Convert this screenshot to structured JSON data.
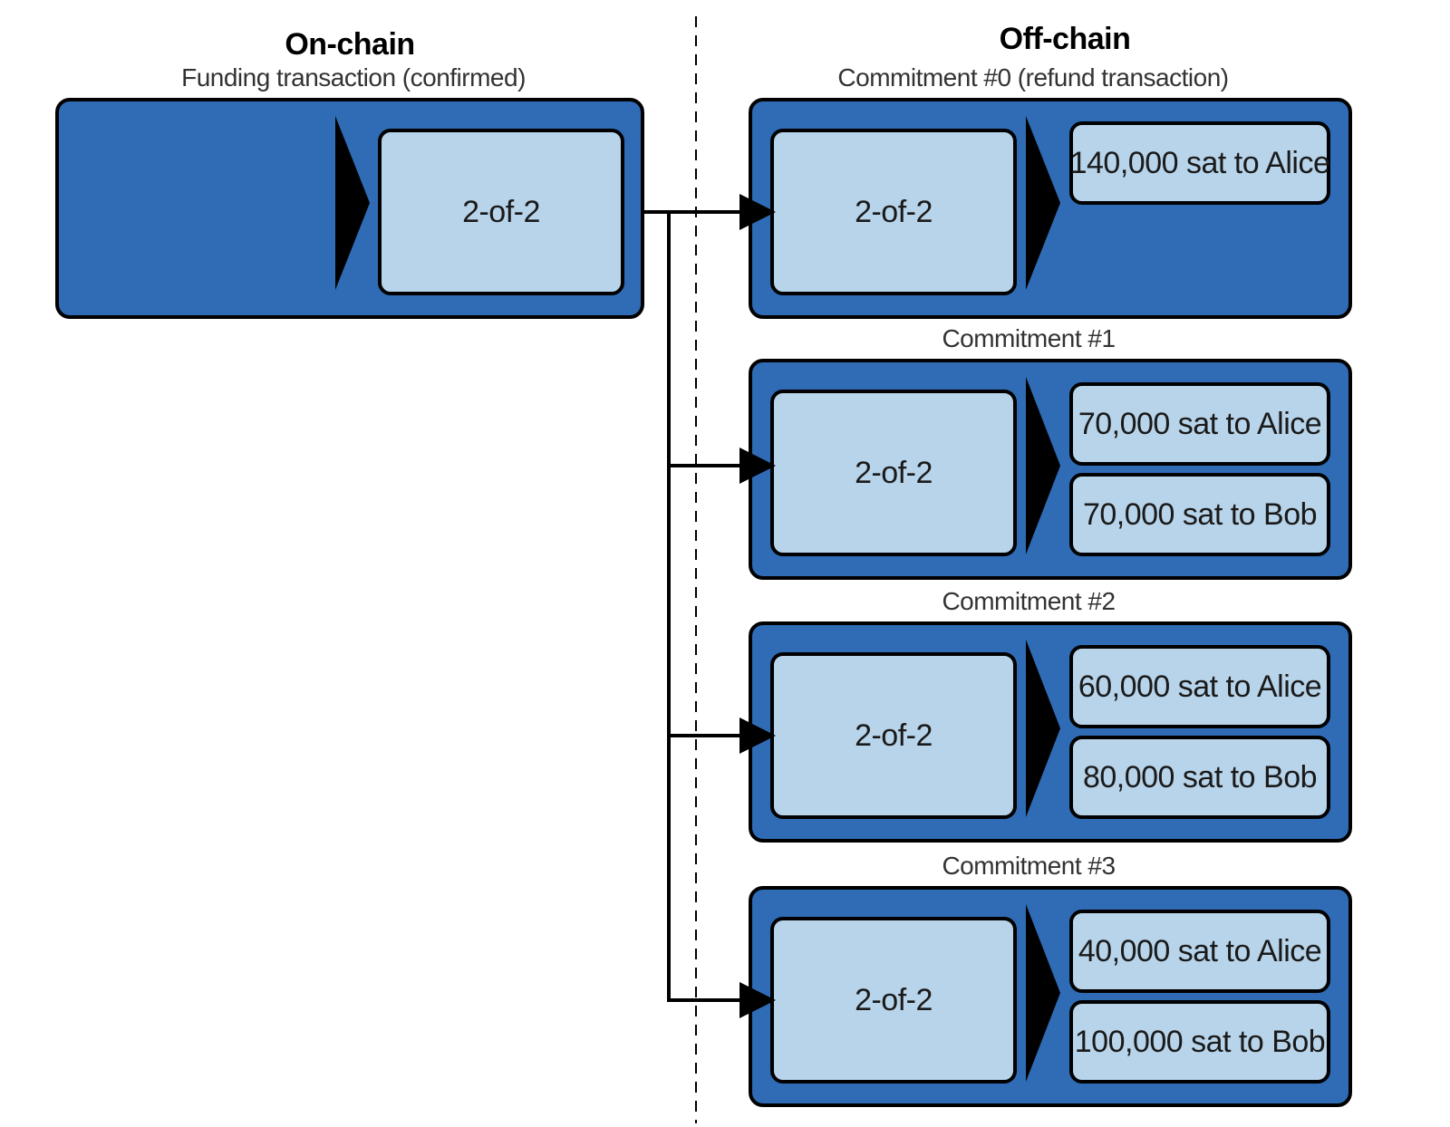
{
  "colors": {
    "tx_fill": "#2f6cb5",
    "box_fill": "#b8d4ea",
    "stroke": "#000000"
  },
  "icons": {
    "arrow_shape": "black-triangle-icon"
  },
  "on_chain": {
    "heading": "On-chain",
    "funding": {
      "label": "Funding transaction (confirmed)",
      "output": "2-of-2"
    }
  },
  "off_chain": {
    "heading": "Off-chain",
    "commitments": [
      {
        "label": "Commitment #0 (refund transaction)",
        "input": "2-of-2",
        "outputs": [
          "140,000 sat to Alice"
        ]
      },
      {
        "label": "Commitment #1",
        "input": "2-of-2",
        "outputs": [
          "70,000 sat to Alice",
          "70,000 sat to Bob"
        ]
      },
      {
        "label": "Commitment #2",
        "input": "2-of-2",
        "outputs": [
          "60,000 sat to Alice",
          "80,000 sat to Bob"
        ]
      },
      {
        "label": "Commitment #3",
        "input": "2-of-2",
        "outputs": [
          "40,000 sat to Alice",
          "100,000 sat to Bob"
        ]
      }
    ]
  }
}
